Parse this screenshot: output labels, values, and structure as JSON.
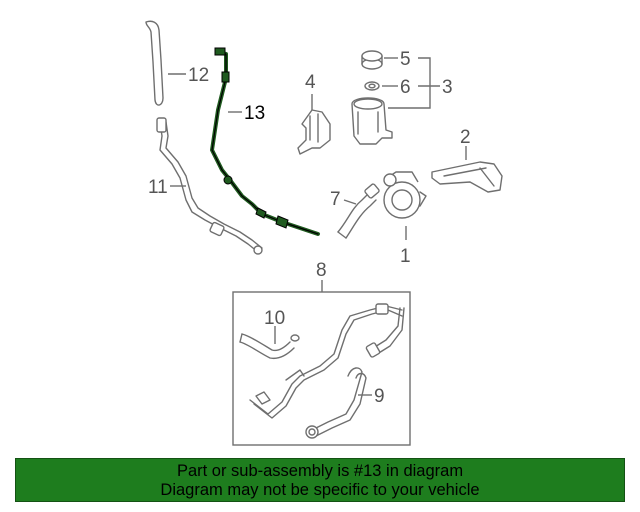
{
  "callouts": {
    "c1": "1",
    "c2": "2",
    "c3": "3",
    "c4": "4",
    "c5": "5",
    "c6": "6",
    "c7": "7",
    "c8": "8",
    "c9": "9",
    "c10": "10",
    "c11": "11",
    "c12": "12",
    "c13": "13"
  },
  "highlighted_part": "13",
  "colors": {
    "highlight_part": "#1f5a1f",
    "banner_background": "#1e7d1e",
    "line_art": "#6f6f6f"
  },
  "banner": {
    "line1": "Part or sub-assembly is #13 in diagram",
    "line2": "Diagram may not be specific to your vehicle"
  }
}
